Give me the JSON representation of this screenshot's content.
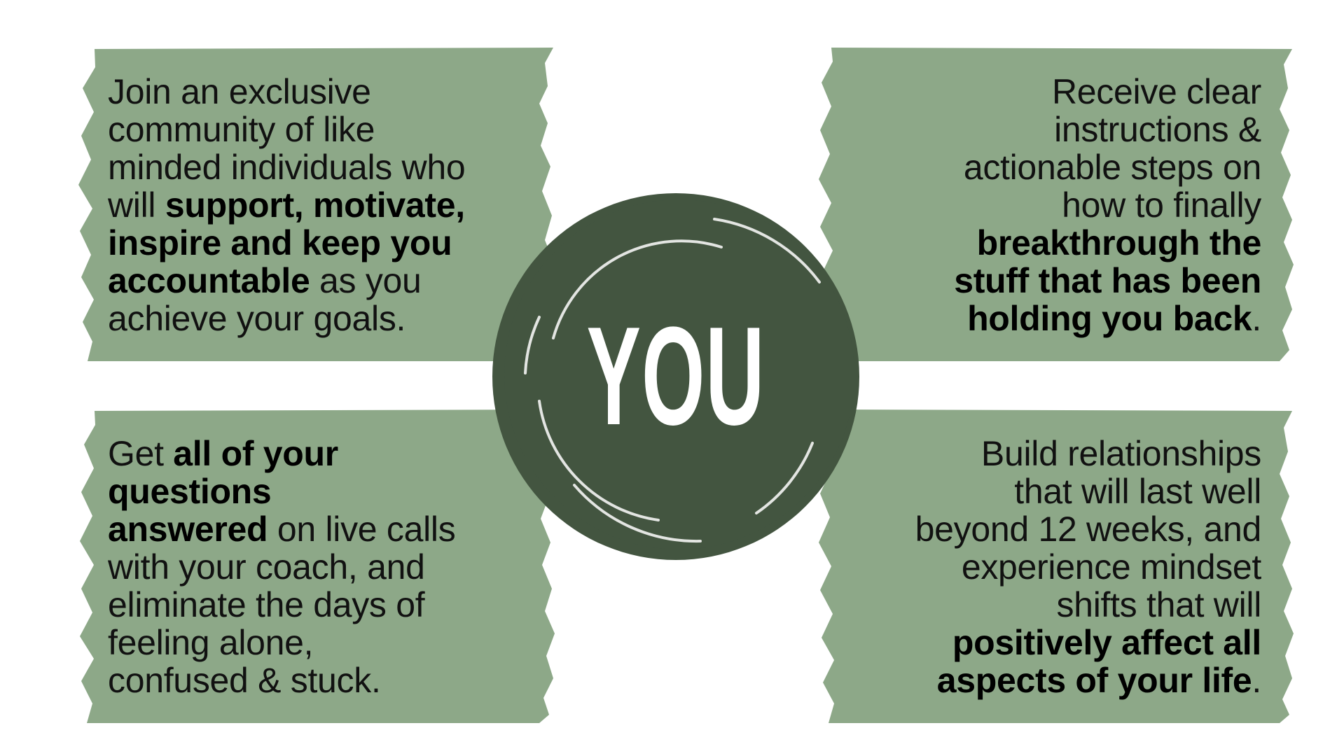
{
  "colors": {
    "panel_fill": "#8da888",
    "circle_fill": "#435540",
    "circle_text": "#ffffff",
    "body_text": "#111111",
    "background": "#ffffff"
  },
  "center": {
    "label": "YOU"
  },
  "panels": {
    "top_left": {
      "line1": "Join an exclusive",
      "line2": "community of like",
      "line3": "minded individuals who",
      "line4_pre": "will ",
      "line4_bold": "support, motivate,",
      "line5_bold": "inspire and keep you",
      "line6_bold": "accountable",
      "line6_post": " as you",
      "line7": "achieve your goals."
    },
    "top_right": {
      "line1": "Receive clear",
      "line2": "instructions &",
      "line3": "actionable steps on",
      "line4": "how to finally",
      "line5_bold": "breakthrough the",
      "line6_bold": "stuff that has been",
      "line7_bold": "holding you back",
      "line7_post": "."
    },
    "bottom_left": {
      "line1_pre": "Get ",
      "line1_bold": "all of your",
      "line2_bold": "questions",
      "line3_bold": "answered",
      "line3_post": " on live calls",
      "line4": "with your coach, and",
      "line5": "eliminate the days of",
      "line6": "feeling alone,",
      "line7": "confused & stuck."
    },
    "bottom_right": {
      "line1": "Build relationships",
      "line2": "that will last well",
      "line3": "beyond 12 weeks, and",
      "line4": "experience mindset",
      "line5": "shifts that will",
      "line6_bold": "positively affect all",
      "line7_bold": "aspects of your life",
      "line7_post": "."
    }
  }
}
